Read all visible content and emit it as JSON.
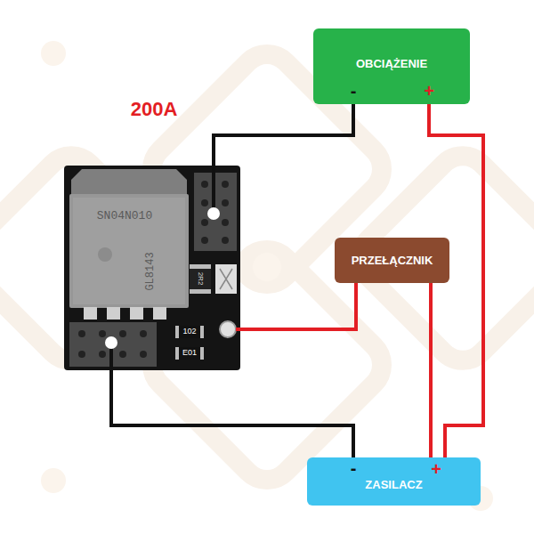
{
  "diagram": {
    "nodes": [
      {
        "text": [
          "OBCIĄŻENIE",
          "-",
          "+"
        ]
      },
      {
        "text": [
          "PRZEŁĄCZNIK"
        ]
      },
      {
        "text": [
          "ZASILACZ",
          "-",
          "+"
        ]
      }
    ],
    "edges": [
      {
        "from": 2,
        "to": 0,
        "arrow": "none"
      },
      {
        "from": 2,
        "to": 1,
        "arrow": "none"
      }
    ],
    "labels": [
      "200A",
      "SN04N010",
      "GL8143",
      "2R2",
      "102",
      "E01"
    ]
  }
}
